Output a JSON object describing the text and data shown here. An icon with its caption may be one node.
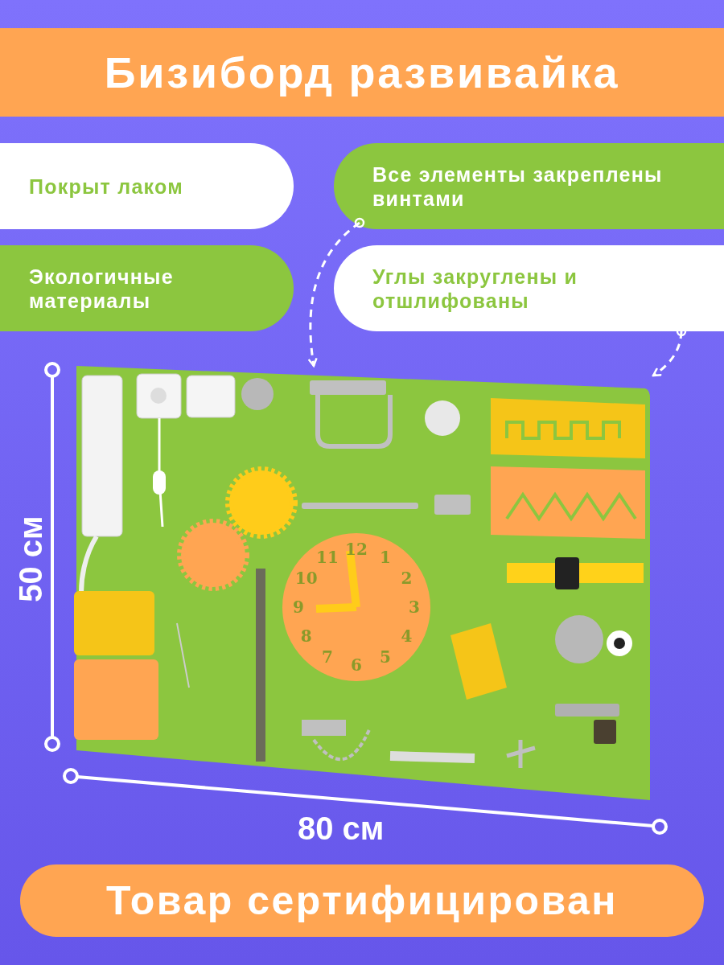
{
  "diagram": {
    "title": "Бизиборд развивайка",
    "nodes": [
      {
        "text": [
          "Покрыт лаком"
        ]
      },
      {
        "text": [
          "Все элементы закреплены винтами"
        ]
      },
      {
        "text": [
          "Экологичные материалы"
        ]
      },
      {
        "text": [
          "Углы закруглены и отшлифованы"
        ]
      },
      {
        "text": [],
        "shape": "picture"
      },
      {
        "text": [
          "Товар сертифицирован"
        ]
      }
    ],
    "edges": [
      {
        "from": 1,
        "to": 4,
        "arrow": "to",
        "style": "dashed"
      },
      {
        "from": 3,
        "to": 4,
        "arrow": "to",
        "style": "dashed"
      }
    ],
    "labels": [
      "12",
      "1",
      "2",
      "3",
      "4",
      "5",
      "6",
      "7",
      "8",
      "9",
      "10",
      "11",
      "50 см",
      "80 см"
    ]
  }
}
